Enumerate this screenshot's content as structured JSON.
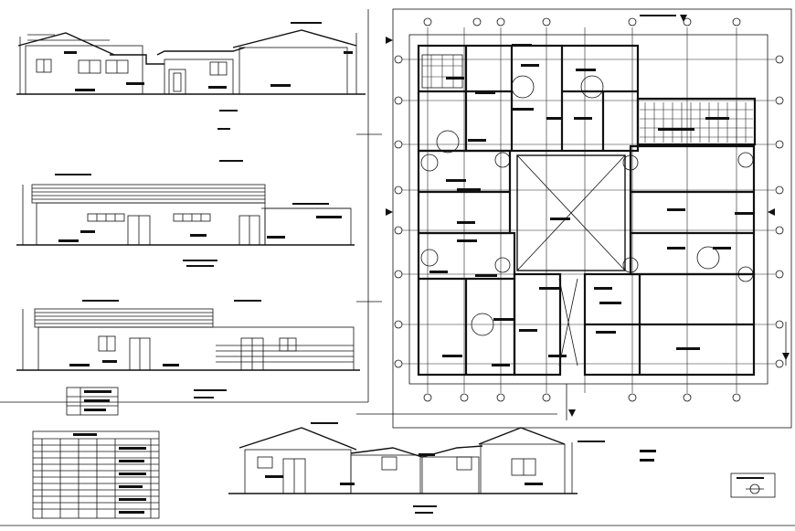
{
  "drawing": {
    "kind": "architectural-cad-sheet",
    "label_text_legible": false,
    "colors": {
      "ink": "#111111",
      "paper": "#ffffff"
    }
  },
  "views": [
    {
      "id": "front-elevation",
      "name": ""
    },
    {
      "id": "side-elevation-1",
      "name": ""
    },
    {
      "id": "side-elevation-2",
      "name": ""
    },
    {
      "id": "floor-plan",
      "name": ""
    },
    {
      "id": "rear-elevation",
      "name": ""
    },
    {
      "id": "door-window-schedule",
      "name": ""
    },
    {
      "id": "legend-key",
      "name": ""
    }
  ],
  "schedule": {
    "columns": 6,
    "rows": 14
  }
}
